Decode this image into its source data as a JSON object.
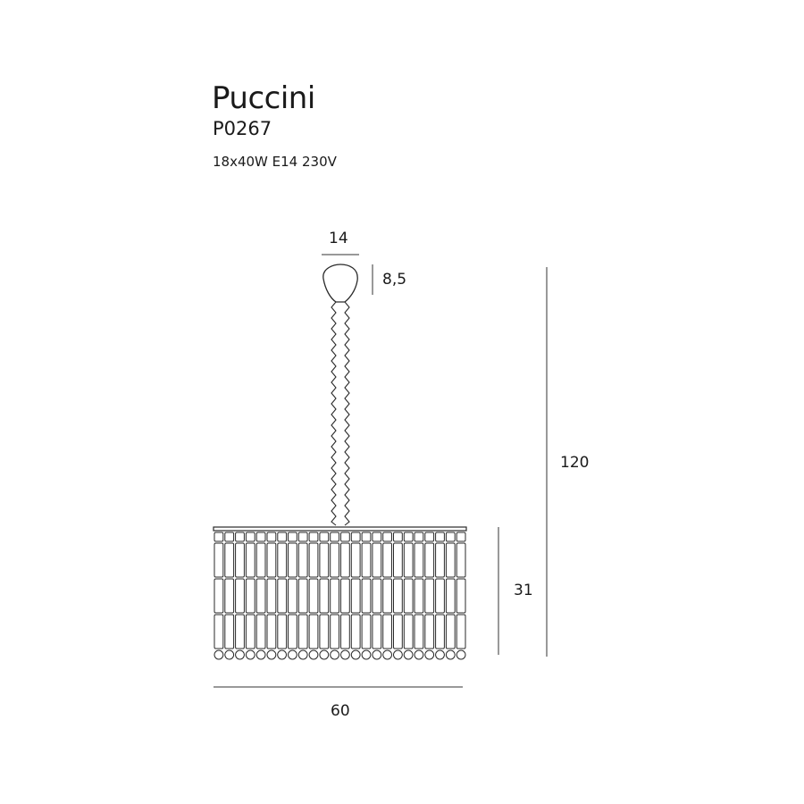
{
  "product": {
    "name": "Puccini",
    "code": "P0267",
    "specs": "18x40W E14 230V"
  },
  "dimensions": {
    "canopy_width": "14",
    "canopy_height": "8,5",
    "total_height": "120",
    "shade_height": "31",
    "shade_width": "60"
  }
}
